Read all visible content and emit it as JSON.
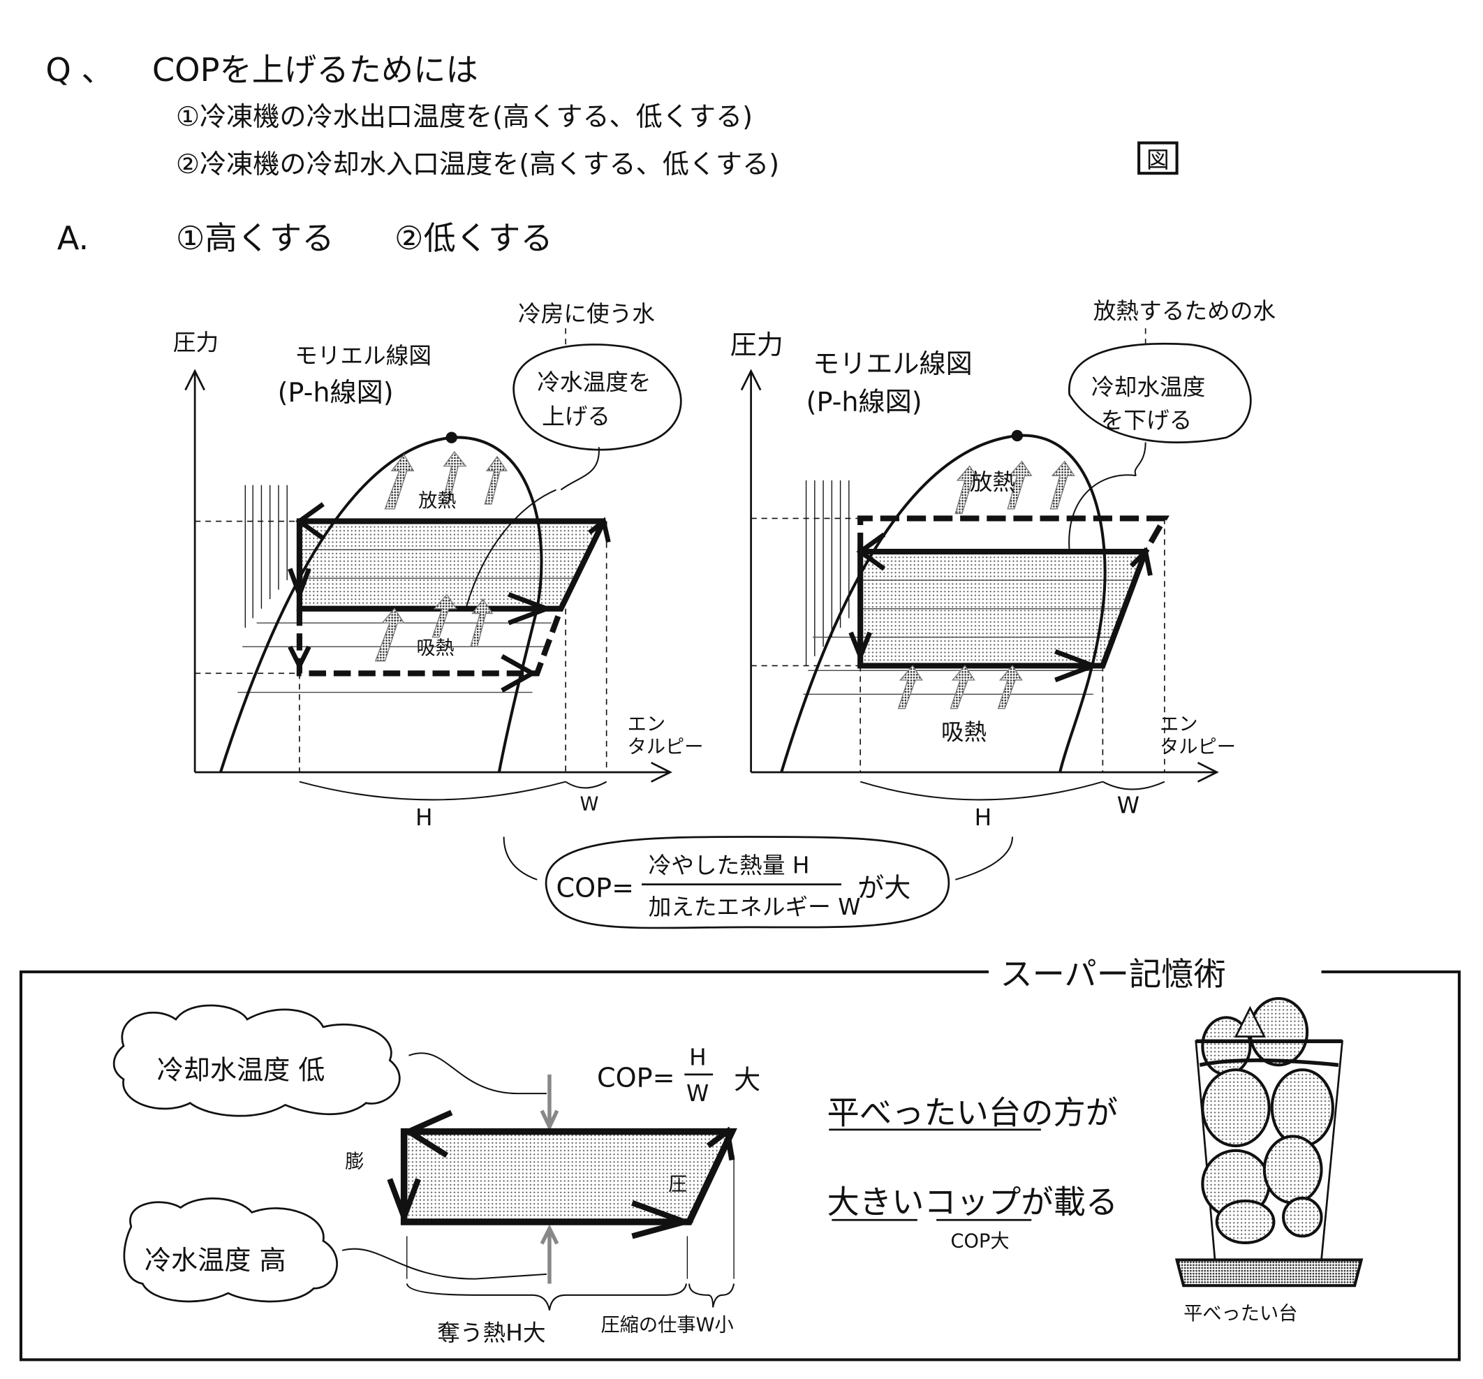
{
  "question": {
    "q_mark": "Q 、",
    "title": "COPを上げるためには",
    "item1": "①冷凍機の冷水出口温度を(高くする、低くする)",
    "item2": "②冷凍機の冷却水入口温度を(高くする、低くする)",
    "figure_label": "図"
  },
  "answer": {
    "a_mark": "A.",
    "ans1": "①高くする",
    "ans2": "②低くする"
  },
  "left_chart": {
    "y_axis": "圧力",
    "title1": "モリエル線図",
    "title2": "(P-h線図)",
    "callout_label": "冷房に使う水",
    "bubble_line1": "冷水温度を",
    "bubble_line2": "上げる",
    "heat_out": "放熱",
    "heat_in": "吸熱",
    "x_axis1": "エン",
    "x_axis2": "タルピー",
    "h_label": "H",
    "w_label": "W"
  },
  "right_chart": {
    "y_axis": "圧力",
    "title1": "モリエル線図",
    "title2": "(P-h線図)",
    "callout_label": "放熱するための水",
    "bubble_line1": "冷却水温度",
    "bubble_line2": "を下げる",
    "heat_out": "放熱",
    "heat_in": "吸熱",
    "x_axis1": "エン",
    "x_axis2": "タルピー",
    "h_label": "H",
    "w_label": "W"
  },
  "cop_formula": {
    "lhs": "COP=",
    "numerator": "冷やした熱量 H",
    "denominator": "加えたエネルギー W",
    "suffix": "が大"
  },
  "memory": {
    "title": "スーパー記憶術",
    "cloud1": "冷却水温度 低",
    "cloud2": "冷水温度 高",
    "cop": "COP=",
    "cop_h": "H",
    "cop_w": "W",
    "cop_big": "大",
    "expand": "膨",
    "compress": "圧",
    "h_brace": "奪う熱H大",
    "w_brace": "圧縮の仕事W小",
    "line1": "平べったい台の方が",
    "line2": "大きいコップが載る",
    "line2_note": "COP大",
    "stand_label": "平べったい台"
  }
}
